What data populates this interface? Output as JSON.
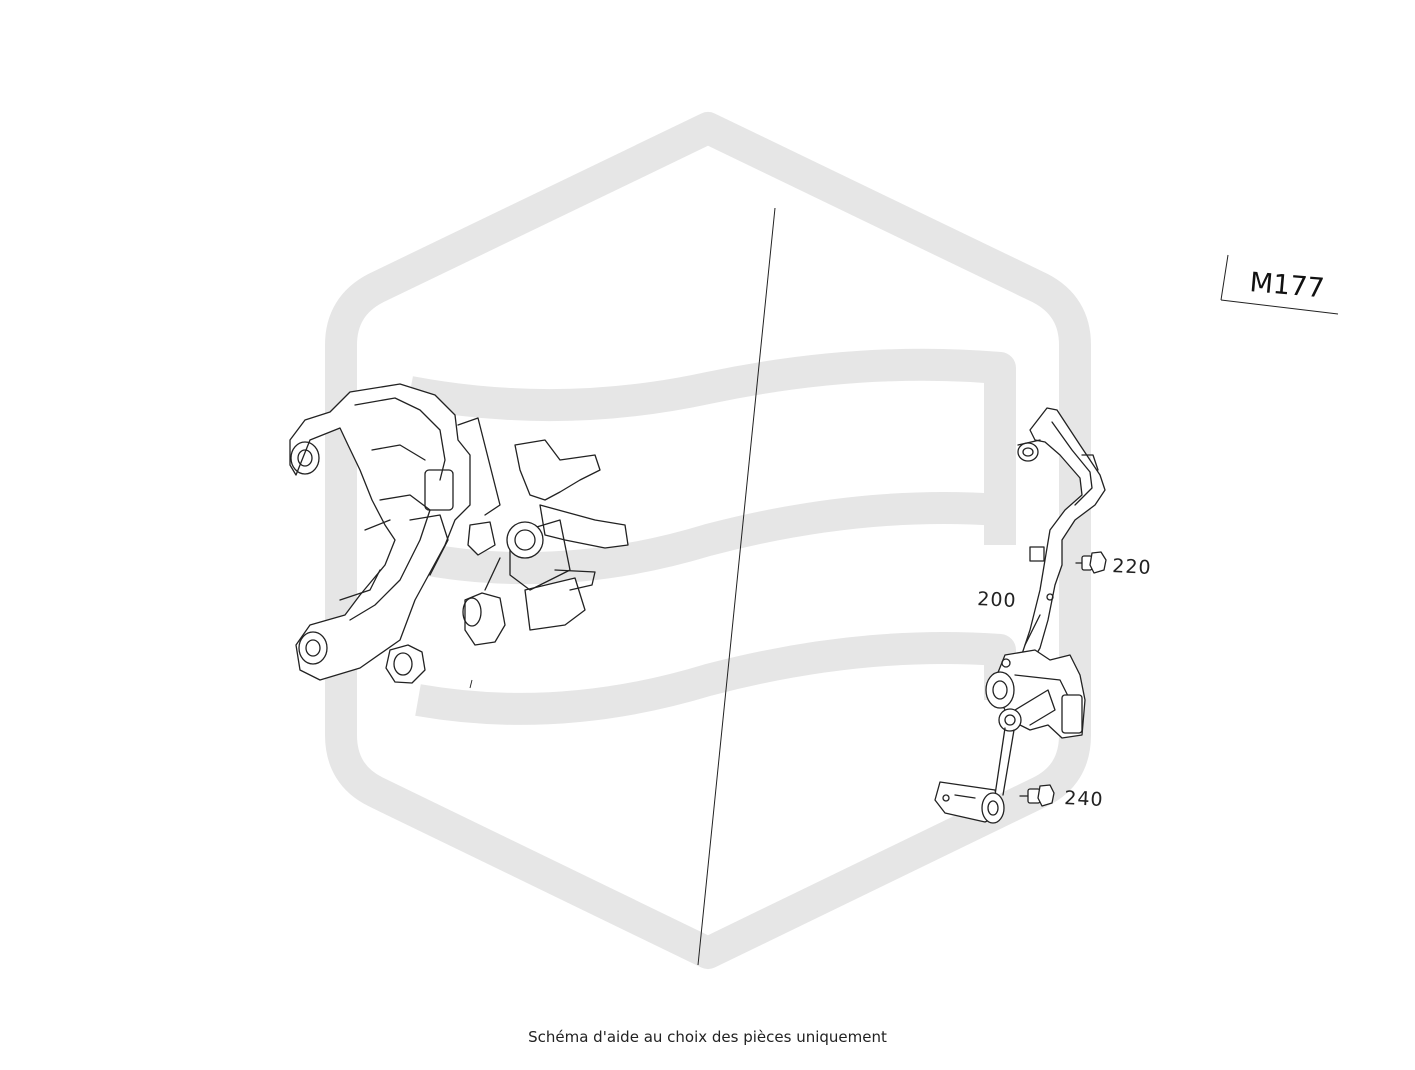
{
  "diagram": {
    "model_code": "M177",
    "callouts": [
      {
        "id": "200",
        "label": "200"
      },
      {
        "id": "220",
        "label": "220"
      },
      {
        "id": "240",
        "label": "240"
      }
    ],
    "caption": "Schéma d'aide au choix des pièces uniquement"
  },
  "colors": {
    "watermark": "#e6e6e6",
    "line": "#222222",
    "background": "#ffffff"
  }
}
